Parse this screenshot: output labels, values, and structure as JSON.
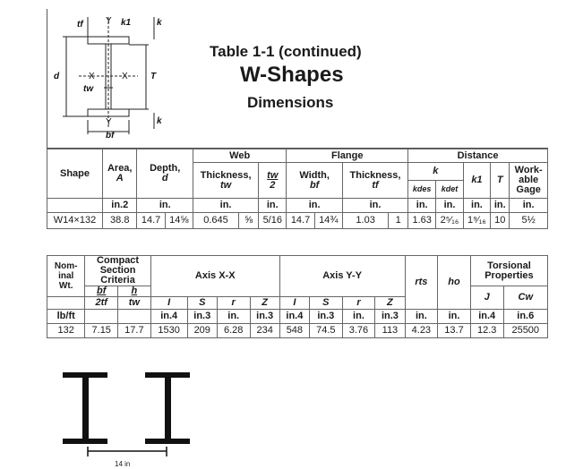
{
  "header": {
    "title_line1": "Table 1-1 (continued)",
    "title_line2": "W-Shapes",
    "title_line3": "Dimensions",
    "diagram_labels": {
      "tf": "tf",
      "k1": "k1",
      "k": "k",
      "d": "d",
      "x_left": "X",
      "x_right": "X",
      "T": "T",
      "tw": "tw",
      "y_top": "Y",
      "y_bottom": "Y",
      "k_bottom": "k",
      "bf": "bf"
    }
  },
  "table1": {
    "group_headers": {
      "web": "Web",
      "flange": "Flange",
      "distance": "Distance",
      "k": "k"
    },
    "col_headers": {
      "shape": "Shape",
      "area": "Area,",
      "area_sym": "A",
      "depth": "Depth,",
      "depth_sym": "d",
      "web_thk": "Thickness,",
      "web_thk_sym": "tw",
      "web_half": "tw",
      "web_half_den": "2",
      "fl_width": "Width,",
      "fl_width_sym": "bf",
      "fl_thk": "Thickness,",
      "fl_thk_sym": "tf",
      "kdes": "kdes",
      "kdet": "kdet",
      "k1": "k1",
      "T": "T",
      "gage1": "Work-",
      "gage2": "able",
      "gage3": "Gage"
    },
    "units": [
      "in.2",
      "in.",
      "in.",
      "in.",
      "in.",
      "in.",
      "in.",
      "in.",
      "in.",
      "in.",
      "in."
    ],
    "row": {
      "shape": "W14×132",
      "area": "38.8",
      "depth": "14.7",
      "depth_frac": "14⅝",
      "web_thk": "0.645",
      "web_thk_frac": "⅝",
      "web_half": "5/16",
      "fl_width": "14.7",
      "fl_width_frac": "14¾",
      "fl_thk": "1.03",
      "fl_thk_frac": "1",
      "kdes": "1.63",
      "kdet": "2⁵⁄₁₆",
      "k1": "1⁹⁄₁₆",
      "T": "10",
      "gage": "5½"
    }
  },
  "table2": {
    "group_headers": {
      "nominal1": "Nom-",
      "nominal2": "inal",
      "nominal3": "Wt.",
      "compact1": "Compact",
      "compact2": "Section",
      "compact3": "Criteria",
      "axis_xx": "Axis X-X",
      "axis_yy": "Axis Y-Y",
      "rts": "rts",
      "ho": "ho",
      "torsional1": "Torsional",
      "torsional2": "Properties"
    },
    "sub_headers": {
      "bf_2tf_top": "bf",
      "bf_2tf_bot": "2tf",
      "h_tw_top": "h",
      "h_tw_bot": "tw",
      "Ix": "I",
      "Sx": "S",
      "rx": "r",
      "Zx": "Z",
      "Iy": "I",
      "Sy": "S",
      "ry": "r",
      "Zy": "Z",
      "J": "J",
      "Cw": "Cw"
    },
    "units": {
      "nominal": "lb/ft",
      "Ix": "in.4",
      "Sx": "in.3",
      "rx": "in.",
      "Zx": "in.3",
      "Iy": "in.4",
      "Sy": "in.3",
      "ry": "in.",
      "Zy": "in.3",
      "rts": "in.",
      "ho": "in.",
      "J": "in.4",
      "Cw": "in.6"
    },
    "row": {
      "nominal": "132",
      "bf_2tf": "7.15",
      "h_tw": "17.7",
      "Ix": "1530",
      "Sx": "209",
      "rx": "6.28",
      "Zx": "234",
      "Iy": "548",
      "Sy": "74.5",
      "ry": "3.76",
      "Zy": "113",
      "rts": "4.23",
      "ho": "13.7",
      "J": "12.3",
      "Cw": "25500"
    }
  },
  "sketch": {
    "scale_label": "14 in"
  }
}
